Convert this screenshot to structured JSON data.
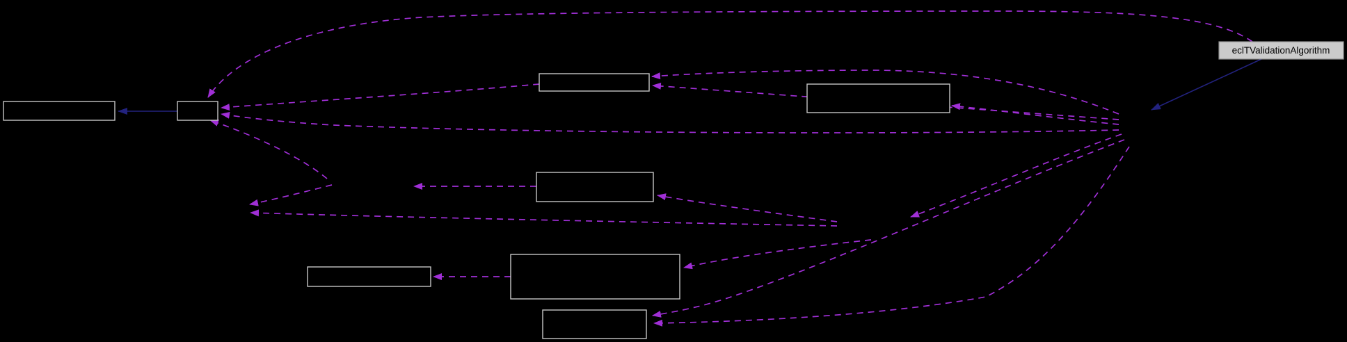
{
  "diagram": {
    "main_node": {
      "label": "eclTValidationAlgorithm"
    },
    "nodes": [
      {
        "id": "far-left",
        "label": ""
      },
      {
        "id": "left-small",
        "label": ""
      },
      {
        "id": "top-center",
        "label": ""
      },
      {
        "id": "top-right",
        "label": ""
      },
      {
        "id": "middle",
        "label": ""
      },
      {
        "id": "lower-left",
        "label": ""
      },
      {
        "id": "lower-large",
        "label": ""
      },
      {
        "id": "bottom",
        "label": ""
      }
    ],
    "edge_summary": {
      "dashed_usage_edges": 16,
      "solid_inheritance_edges": 2
    }
  },
  "colors": {
    "background": "#000000",
    "node_fill": "#000000",
    "node_border": "#c6c6c6",
    "edge_dashed": "#a02fd6",
    "edge_solid": "#22227e",
    "label_fill": "#cbcbcb",
    "label_border": "#8f8f8f"
  }
}
